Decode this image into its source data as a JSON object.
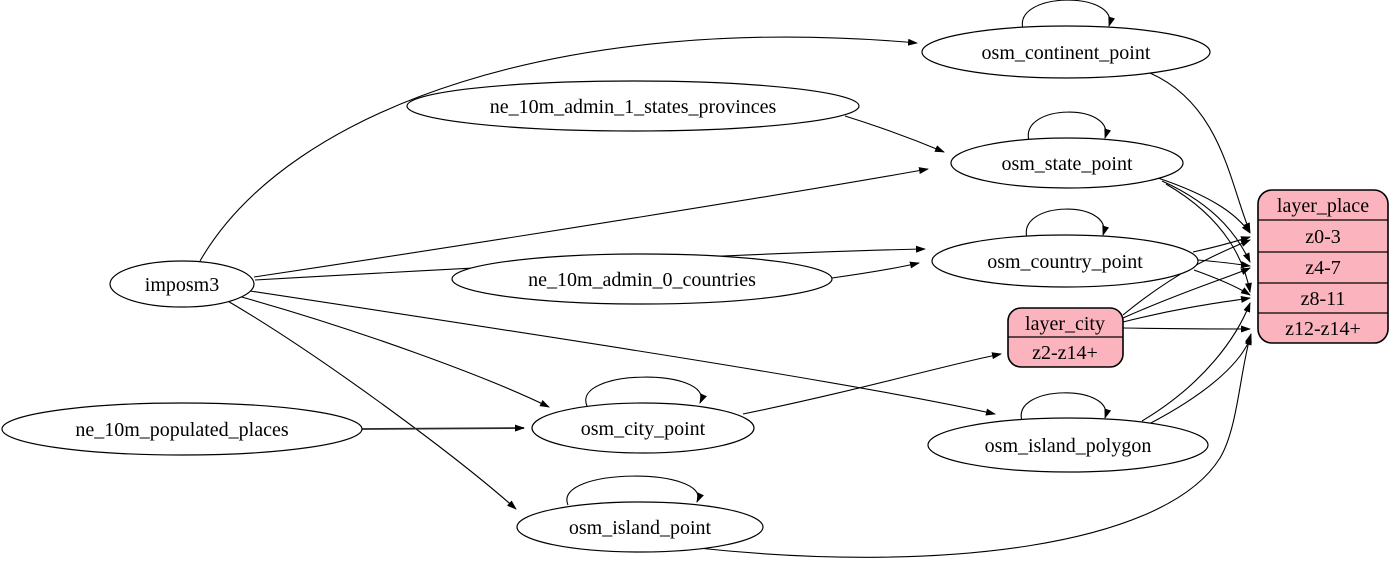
{
  "diagram": {
    "type": "etl-graph",
    "colors": {
      "background": "#ffffff",
      "node_fill": "#ffffff",
      "node_stroke": "#000000",
      "edge": "#000000",
      "record_fill": "#fbb4be"
    },
    "nodes": {
      "imposm3": {
        "label": "imposm3",
        "shape": "ellipse"
      },
      "ne_10m_populated_places": {
        "label": "ne_10m_populated_places",
        "shape": "ellipse"
      },
      "ne_10m_admin_1_states_provinces": {
        "label": "ne_10m_admin_1_states_provinces",
        "shape": "ellipse"
      },
      "ne_10m_admin_0_countries": {
        "label": "ne_10m_admin_0_countries",
        "shape": "ellipse"
      },
      "osm_continent_point": {
        "label": "osm_continent_point",
        "shape": "ellipse"
      },
      "osm_state_point": {
        "label": "osm_state_point",
        "shape": "ellipse"
      },
      "osm_country_point": {
        "label": "osm_country_point",
        "shape": "ellipse"
      },
      "osm_city_point": {
        "label": "osm_city_point",
        "shape": "ellipse"
      },
      "osm_island_polygon": {
        "label": "osm_island_polygon",
        "shape": "ellipse"
      },
      "osm_island_point": {
        "label": "osm_island_point",
        "shape": "ellipse"
      }
    },
    "records": {
      "layer_city": {
        "title": "layer_city",
        "rows": [
          "z2-z14+"
        ]
      },
      "layer_place": {
        "title": "layer_place",
        "rows": [
          "z0-3",
          "z4-7",
          "z8-11",
          "z12-z14+"
        ]
      }
    },
    "edges": [
      {
        "from": "imposm3",
        "to": "osm_continent_point"
      },
      {
        "from": "imposm3",
        "to": "osm_state_point"
      },
      {
        "from": "imposm3",
        "to": "osm_country_point"
      },
      {
        "from": "imposm3",
        "to": "osm_city_point"
      },
      {
        "from": "imposm3",
        "to": "osm_island_polygon"
      },
      {
        "from": "imposm3",
        "to": "osm_island_point"
      },
      {
        "from": "ne_10m_admin_1_states_provinces",
        "to": "osm_state_point"
      },
      {
        "from": "ne_10m_admin_0_countries",
        "to": "osm_country_point"
      },
      {
        "from": "ne_10m_populated_places",
        "to": "osm_city_point"
      },
      {
        "from": "osm_continent_point",
        "to": "osm_continent_point"
      },
      {
        "from": "osm_state_point",
        "to": "osm_state_point"
      },
      {
        "from": "osm_country_point",
        "to": "osm_country_point"
      },
      {
        "from": "osm_city_point",
        "to": "osm_city_point"
      },
      {
        "from": "osm_island_polygon",
        "to": "osm_island_polygon"
      },
      {
        "from": "osm_island_point",
        "to": "osm_island_point"
      },
      {
        "from": "osm_city_point",
        "to": "layer_city:z2-z14+"
      },
      {
        "from": "osm_continent_point",
        "to": "layer_place:z0-3"
      },
      {
        "from": "osm_state_point",
        "to": "layer_place:z0-3"
      },
      {
        "from": "osm_state_point",
        "to": "layer_place:z4-7"
      },
      {
        "from": "osm_state_point",
        "to": "layer_place:z8-11"
      },
      {
        "from": "osm_country_point",
        "to": "layer_place:z0-3"
      },
      {
        "from": "osm_country_point",
        "to": "layer_place:z4-7"
      },
      {
        "from": "osm_country_point",
        "to": "layer_place:z8-11"
      },
      {
        "from": "layer_city",
        "to": "layer_place:z0-3"
      },
      {
        "from": "layer_city",
        "to": "layer_place:z4-7"
      },
      {
        "from": "layer_city",
        "to": "layer_place:z8-11"
      },
      {
        "from": "layer_city",
        "to": "layer_place:z12-z14+"
      },
      {
        "from": "osm_island_polygon",
        "to": "layer_place:z8-11"
      },
      {
        "from": "osm_island_polygon",
        "to": "layer_place:z12-z14+"
      },
      {
        "from": "osm_island_point",
        "to": "layer_place:z12-z14+"
      }
    ]
  }
}
